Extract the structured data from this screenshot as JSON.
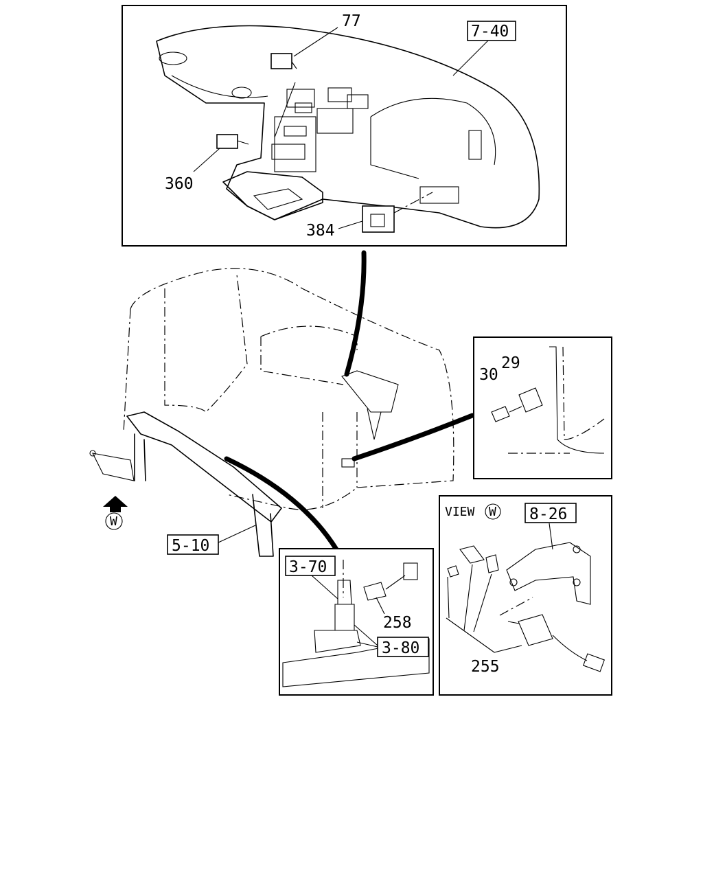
{
  "callouts": {
    "c77": "77",
    "c360": "360",
    "c384": "384",
    "c30": "30",
    "c29": "29",
    "c258": "258",
    "c255": "255"
  },
  "refs": {
    "r740": "7-40",
    "r510": "5-10",
    "r370": "3-70",
    "r380": "3-80",
    "r826": "8-26"
  },
  "view": {
    "label": "VIEW",
    "marker": "W"
  }
}
